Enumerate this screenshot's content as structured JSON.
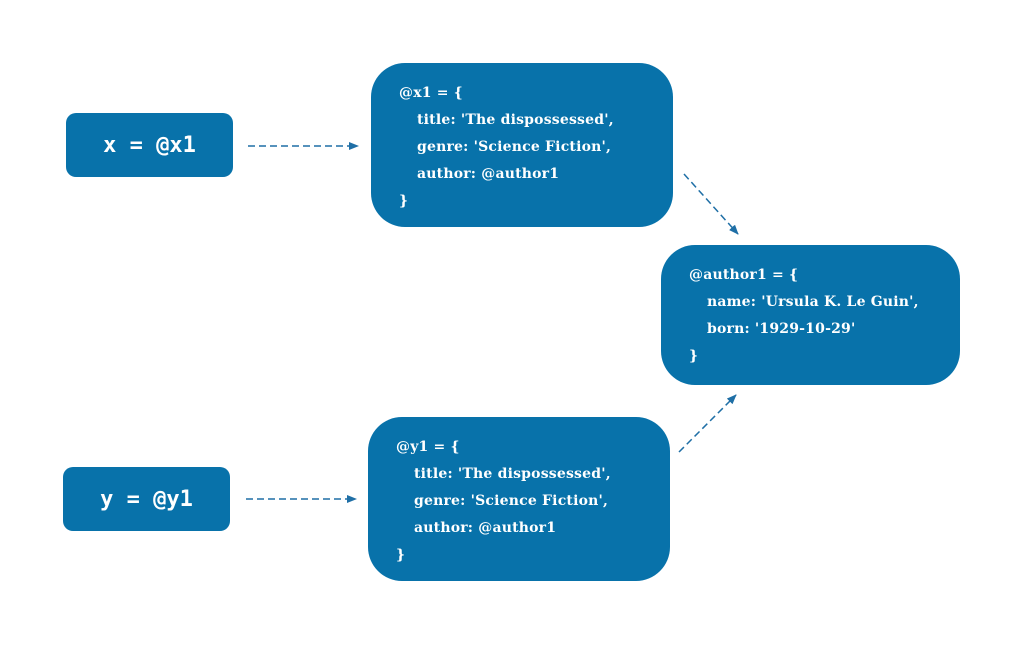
{
  "variables": {
    "x": {
      "label": "x = @x1"
    },
    "y": {
      "label": "y = @y1"
    }
  },
  "objects": {
    "x1": {
      "header": "@x1 = {",
      "fields": [
        "title: 'The dispossessed',",
        "genre: 'Science Fiction',",
        "author: @author1"
      ],
      "footer": "}"
    },
    "y1": {
      "header": "@y1 = {",
      "fields": [
        "title: 'The dispossessed',",
        "genre: 'Science Fiction',",
        "author: @author1"
      ],
      "footer": "}"
    },
    "author1": {
      "header": "@author1 = {",
      "fields": [
        "name: 'Ursula K. Le Guin',",
        "born: '1929-10-29'"
      ],
      "footer": "}"
    }
  },
  "colors": {
    "box": "#0872aa",
    "arrow": "#1f6fa6",
    "text": "#ffffff"
  }
}
